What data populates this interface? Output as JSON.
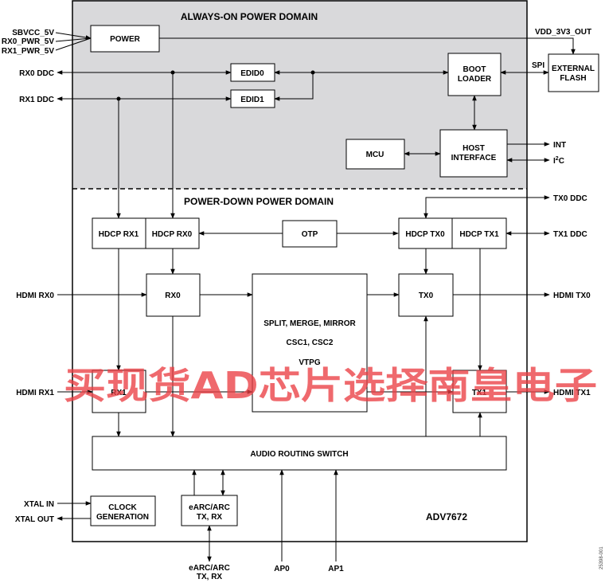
{
  "domains": {
    "always_on": "ALWAYS-ON POWER DOMAIN",
    "power_down": "POWER-DOWN POWER DOMAIN"
  },
  "blocks": {
    "power": "POWER",
    "edid0": "EDID0",
    "edid1": "EDID1",
    "boot_loader": [
      "BOOT",
      "LOADER"
    ],
    "external_flash": [
      "EXTERNAL",
      "FLASH"
    ],
    "mcu": "MCU",
    "host_interface": [
      "HOST",
      "INTERFACE"
    ],
    "hdcp_rx1": "HDCP RX1",
    "hdcp_rx0": "HDCP RX0",
    "otp": "OTP",
    "hdcp_tx0": "HDCP TX0",
    "hdcp_tx1": "HDCP TX1",
    "rx0": "RX0",
    "rx1": "RX1",
    "processing": [
      "SPLIT, MERGE, MIRROR",
      "CSC1, CSC2",
      "VTPG"
    ],
    "tx0": "TX0",
    "tx1": "TX1",
    "audio_switch": "AUDIO ROUTING SWITCH",
    "clock_gen": [
      "CLOCK",
      "GENERATION"
    ],
    "earc_block": [
      "eARC/ARC",
      "TX, RX"
    ]
  },
  "pins": {
    "sbvcc": "SBVCC_5V",
    "rx0_pwr": "RX0_PWR_5V",
    "rx1_pwr": "RX1_PWR_5V",
    "rx0_ddc": "RX0 DDC",
    "rx1_ddc": "RX1 DDC",
    "hdmi_rx0": "HDMI RX0",
    "hdmi_rx1": "HDMI RX1",
    "xtal_in": "XTAL IN",
    "xtal_out": "XTAL OUT",
    "vdd_out": "VDD_3V3_OUT",
    "spi": "SPI",
    "int": "INT",
    "i2c": [
      "I",
      "2",
      "C"
    ],
    "tx0_ddc": "TX0 DDC",
    "tx1_ddc": "TX1 DDC",
    "hdmi_tx0": "HDMI TX0",
    "hdmi_tx1": "HDMI TX1",
    "earc_pin": [
      "eARC/ARC",
      "TX, RX"
    ],
    "ap0": "AP0",
    "ap1": "AP1"
  },
  "part_number": "ADV7672",
  "figure_code": "25398-001",
  "watermark": "买现货AD芯片选择南皇电子"
}
